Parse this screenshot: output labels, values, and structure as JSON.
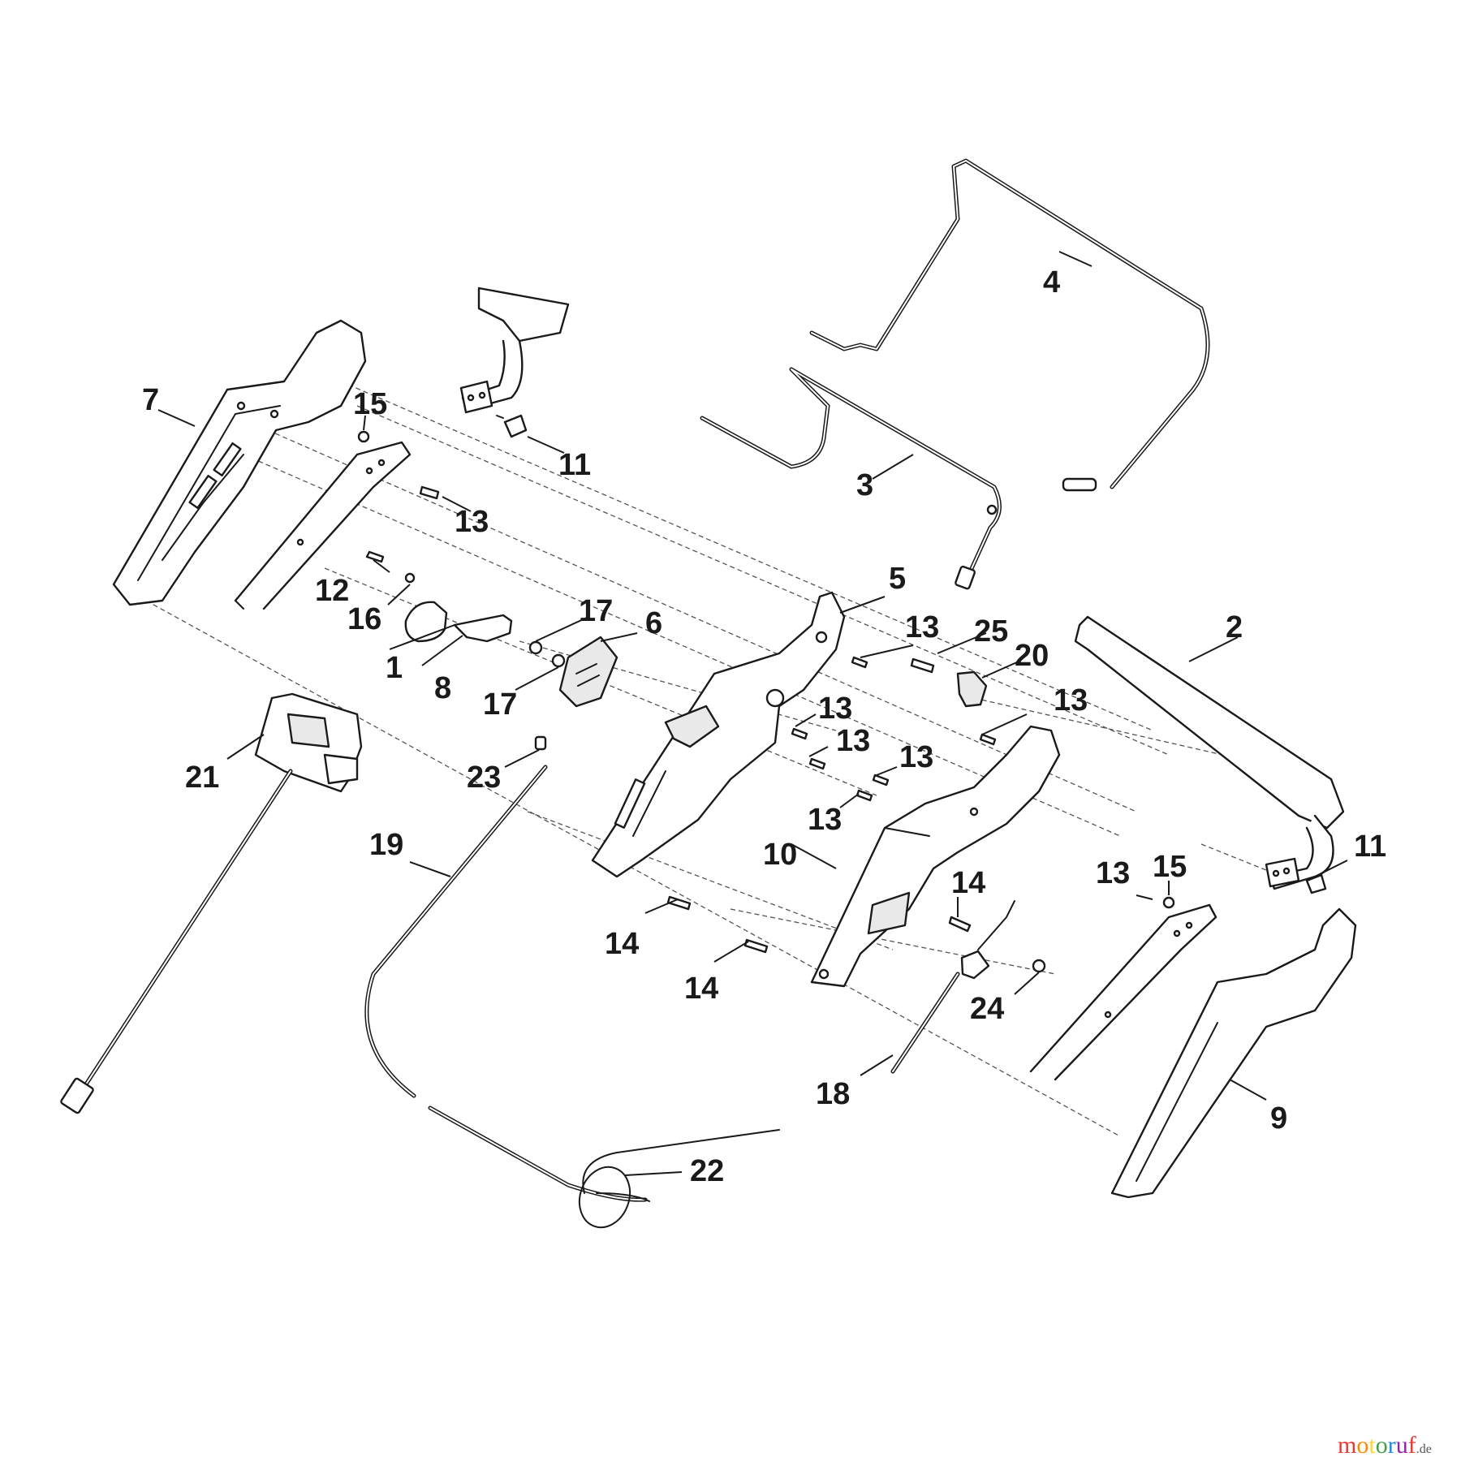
{
  "callouts": {
    "c1": "1",
    "c2": "2",
    "c3": "3",
    "c4": "4",
    "c5": "5",
    "c6": "6",
    "c7": "7",
    "c8": "8",
    "c9": "9",
    "c10": "10",
    "c11a": "11",
    "c11b": "11",
    "c12": "12",
    "c13a": "13",
    "c13b": "13",
    "c13c": "13",
    "c13d": "13",
    "c13e": "13",
    "c13f": "13",
    "c13g": "13",
    "c13h": "13",
    "c14a": "14",
    "c14b": "14",
    "c14c": "14",
    "c15a": "15",
    "c15b": "15",
    "c16": "16",
    "c17a": "17",
    "c17b": "17",
    "c18": "18",
    "c19": "19",
    "c20": "20",
    "c21": "21",
    "c22": "22",
    "c23": "23",
    "c24": "24",
    "c25": "25"
  },
  "watermark": {
    "brand": "motoruf",
    "tld": ".de",
    "colors": [
      "#e53935",
      "#fb8c00",
      "#fdd835",
      "#43a047",
      "#1e88e5",
      "#8e24aa",
      "#e53935"
    ]
  }
}
